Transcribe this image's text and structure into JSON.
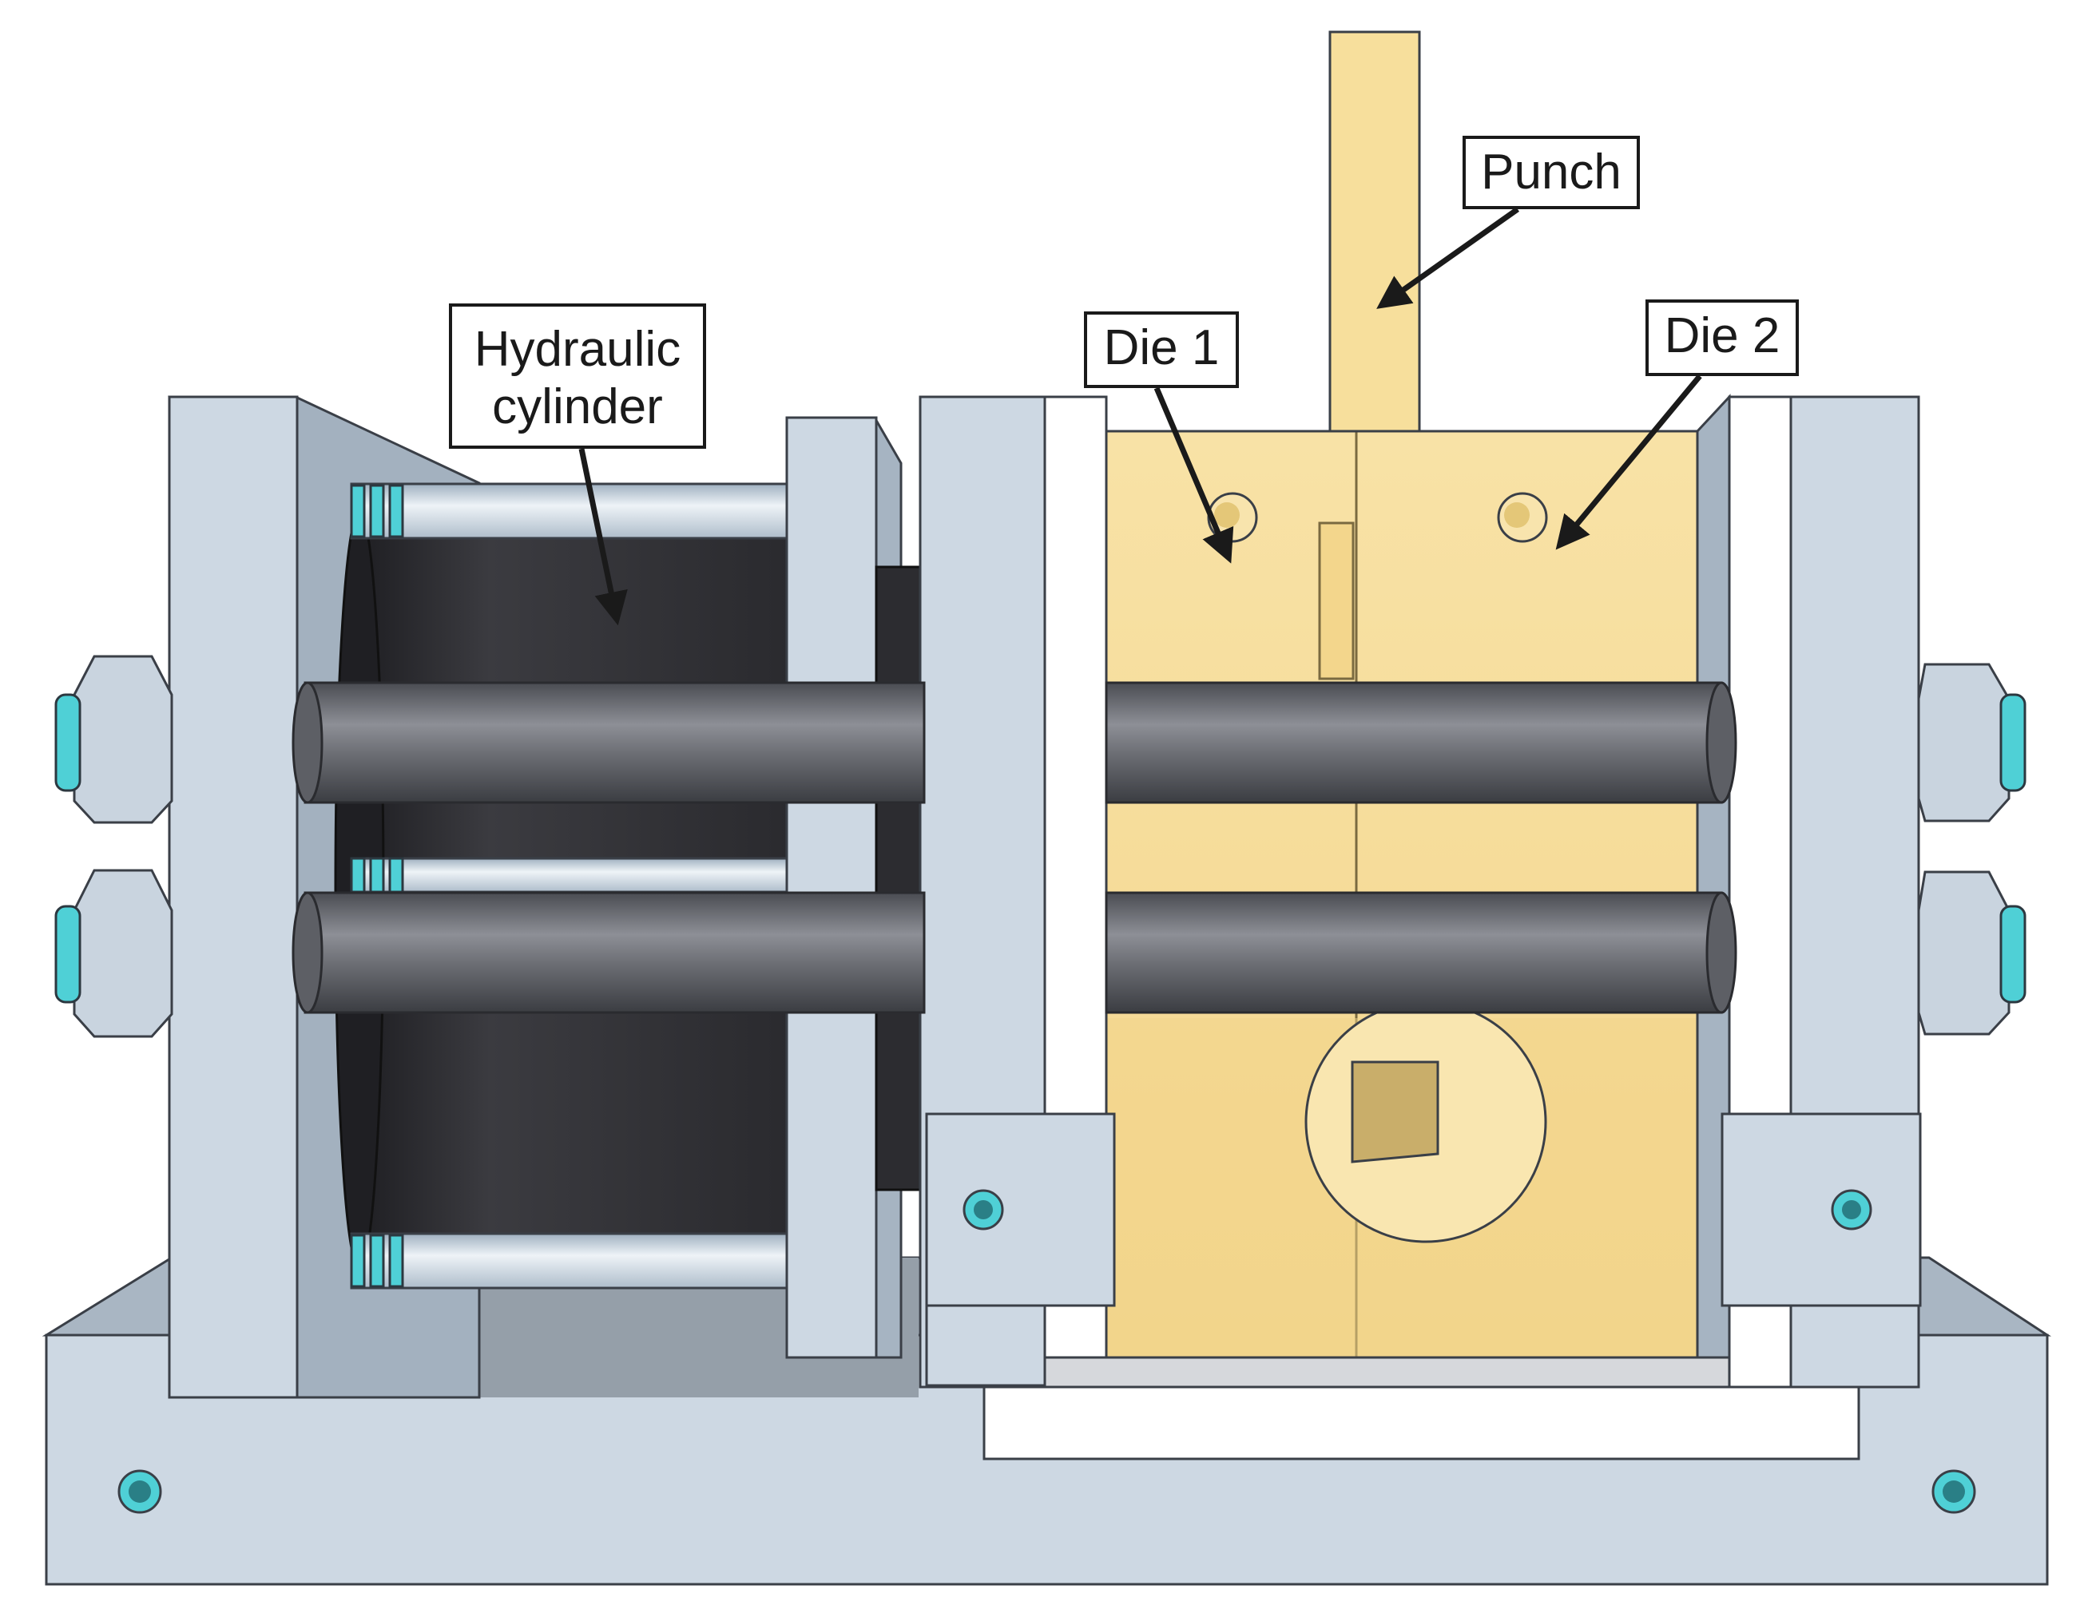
{
  "labels": {
    "hydraulic_cylinder": [
      "Hydraulic",
      "cylinder"
    ],
    "die1": "Die 1",
    "die2": "Die 2",
    "punch": "Punch"
  },
  "colors": {
    "frame": "#cdd8e3",
    "frame_dark": "#a6b4c2",
    "die_gold": "#f6dc98",
    "die_gold_light": "#fbe9b6",
    "cylinder_dark": "#2f2f33",
    "rod_gray": "#6a6c72",
    "bolt_cyan": "#4fd0d6",
    "outline": "#3a3f47",
    "arrow": "#1a1a1a"
  }
}
